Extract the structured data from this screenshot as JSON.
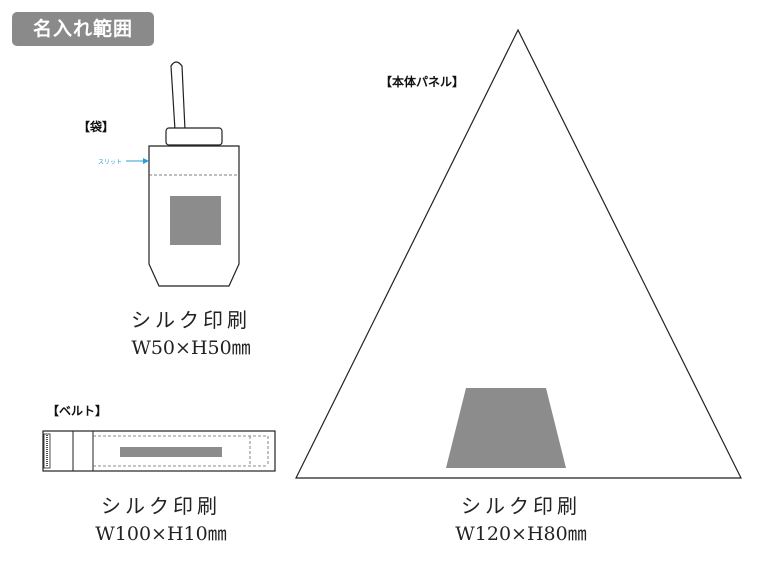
{
  "header": {
    "title": "名入れ範囲"
  },
  "bag": {
    "label": "【袋】",
    "slit_label": "スリット",
    "print_method": "シルク印刷",
    "print_size": "W50×H50㎜"
  },
  "belt": {
    "label": "【ベルト】",
    "print_method": "シルク印刷",
    "print_size": "W100×H10㎜"
  },
  "panel": {
    "label": "【本体パネル】",
    "print_method": "シルク印刷",
    "print_size": "W120×H80㎜"
  },
  "colors": {
    "print_area": "#8c8c8c",
    "outline": "#222222",
    "slit_arrow": "#2a9fd6",
    "badge": "#8a8a8a"
  }
}
